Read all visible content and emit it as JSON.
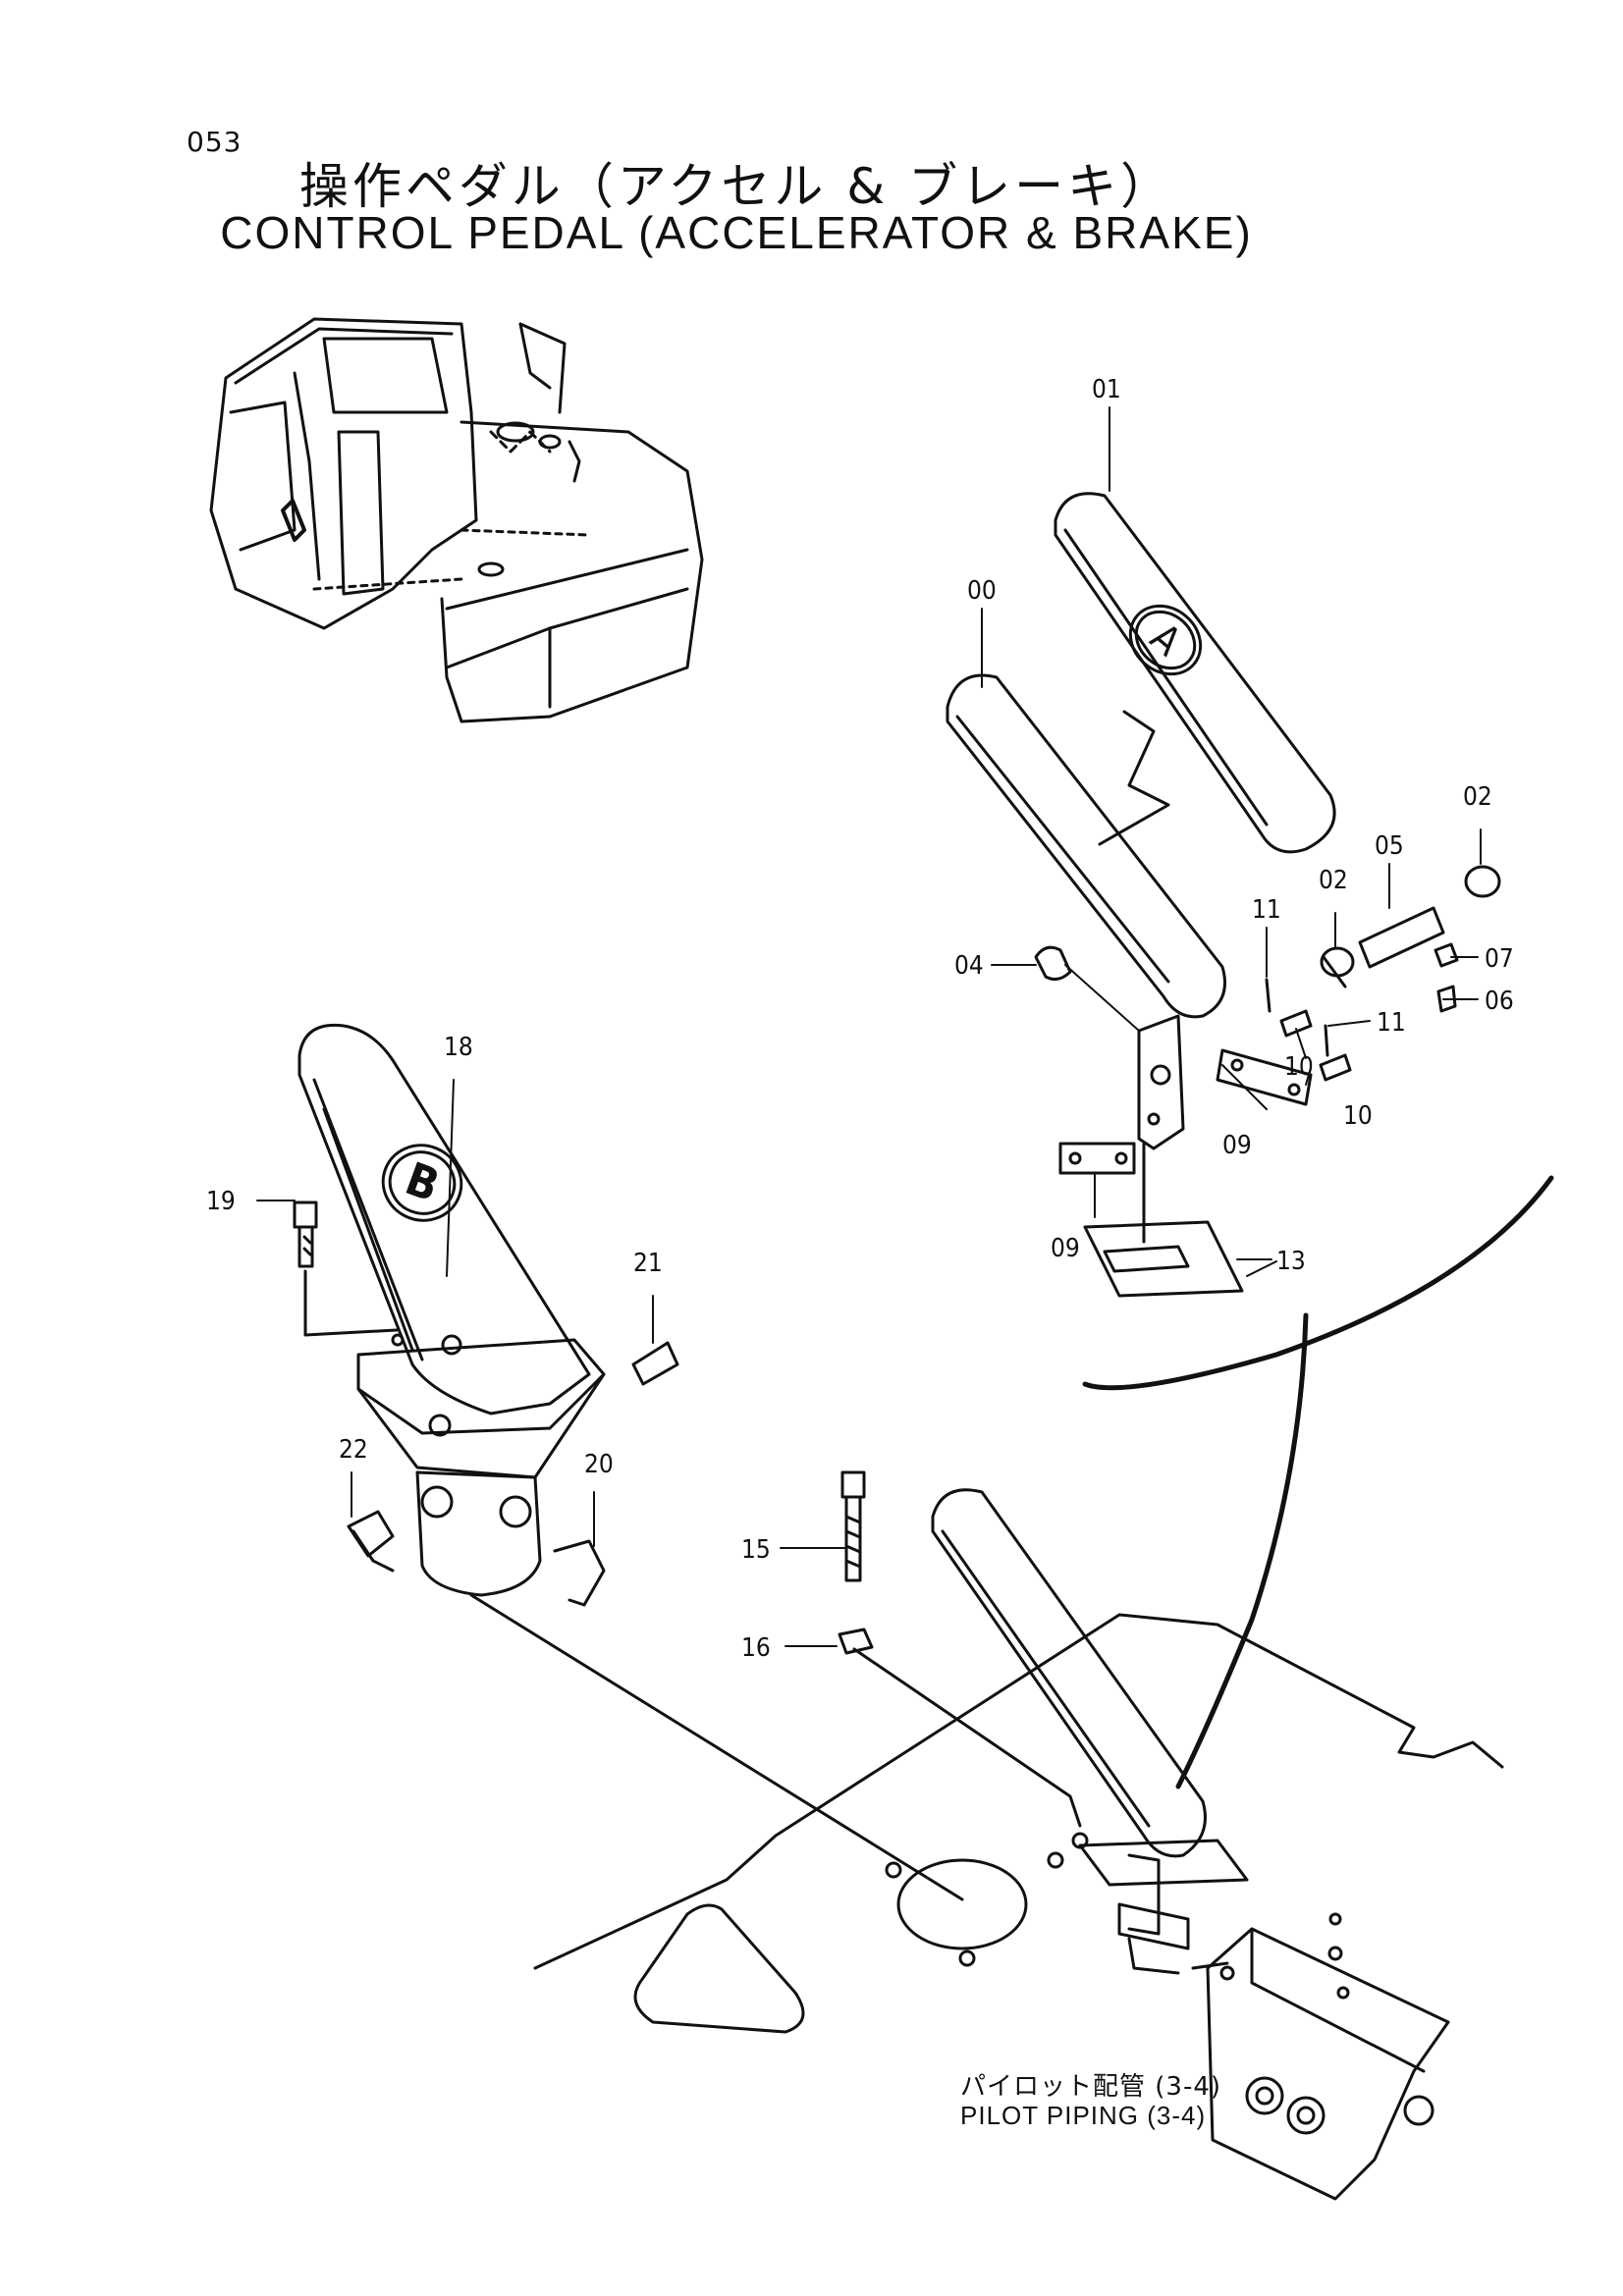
{
  "page_number": "053",
  "title": {
    "japanese": "操作ペダル（アクセル & ブレーキ）",
    "english": "CONTROL PEDAL (ACCELERATOR & BRAKE)"
  },
  "pedal_marks": {
    "accelerator": "A",
    "brake": "B"
  },
  "part_numbers": {
    "p00": "00",
    "p01": "01",
    "p02a": "02",
    "p02b": "02",
    "p04": "04",
    "p05": "05",
    "p06": "06",
    "p07": "07",
    "p09a": "09",
    "p09b": "09",
    "p10a": "10",
    "p10b": "10",
    "p11a": "11",
    "p11b": "11",
    "p13": "13",
    "p15": "15",
    "p16": "16",
    "p18": "18",
    "p19": "19",
    "p20": "20",
    "p21": "21",
    "p22": "22"
  },
  "reference_note": {
    "japanese": "パイロット配管 (3-4)",
    "english": "PILOT PIPING (3-4)"
  }
}
